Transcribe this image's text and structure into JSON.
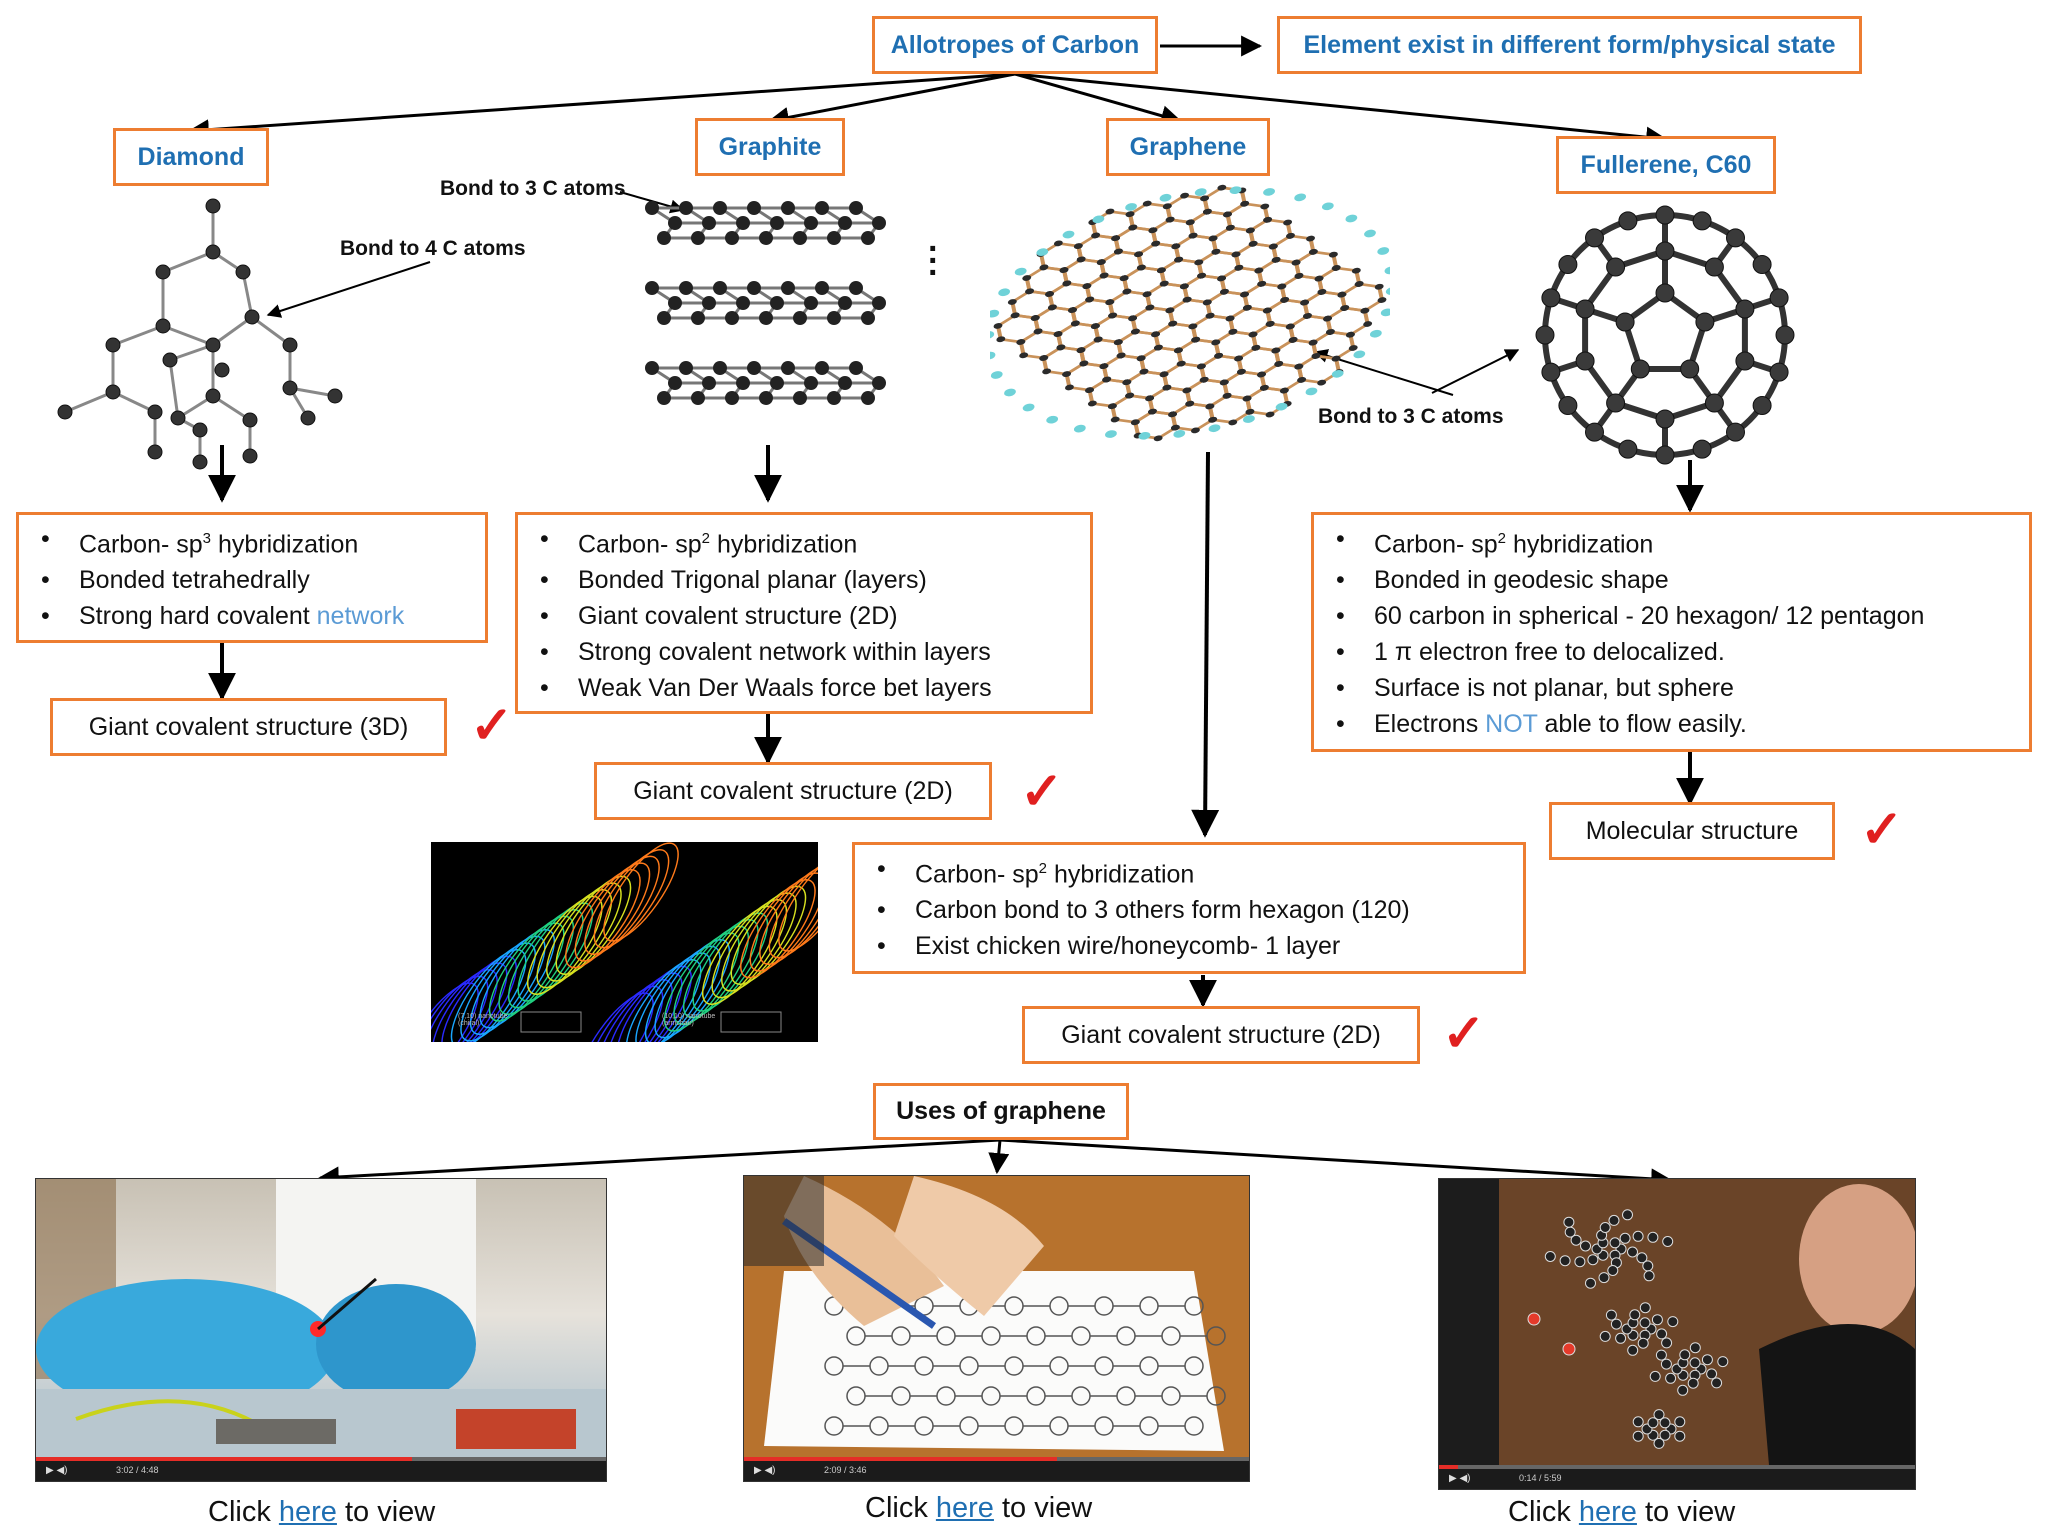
{
  "root": {
    "title": "Allotropes of Carbon",
    "definition": "Element exist in different form/physical state"
  },
  "diamond": {
    "title": "Diamond",
    "bond_label": "Bond to 4 C atoms",
    "props": [
      "Carbon- sp",
      "Bonded tetrahedrally",
      "Strong hard covalent "
    ],
    "sup": "3",
    "network_word": "network",
    "result": "Giant covalent structure (3D)"
  },
  "graphite": {
    "title": "Graphite",
    "bond_label": "Bond to 3 C atoms",
    "props": [
      "Carbon- sp",
      "Bonded Trigonal planar (layers)",
      "Giant covalent structure (2D)",
      "Strong covalent network within layers",
      "Weak Van Der Waals force bet layers"
    ],
    "sup": "2",
    "result": "Giant covalent structure (2D)"
  },
  "graphene": {
    "title": "Graphene",
    "bond_label": "Bond to 3 C atoms",
    "props": [
      "Carbon- sp",
      "Carbon bond to 3 others form hexagon (120)",
      "Exist chicken wire/honeycomb- 1 layer"
    ],
    "sup": "2",
    "result": "Giant covalent structure (2D)",
    "nanotube_labels": [
      "(7,10) nanotube (chiral)",
      "(10,10) nanotube (armchair)"
    ]
  },
  "fullerene": {
    "title": "Fullerene, C60",
    "props": [
      "Carbon- sp",
      "Bonded in geodesic shape",
      "60 carbon in spherical - 20 hexagon/ 12 pentagon",
      "1 π electron free to delocalized.",
      "Surface is not planar, but sphere",
      "Electrons ",
      " able to flow easily."
    ],
    "sup": "2",
    "not_word": "NOT",
    "result": "Molecular structure"
  },
  "check_mark": "✓",
  "uses": {
    "title": "Uses of graphene",
    "videos": [
      {
        "time": "3:02 / 4:48",
        "progress": 0.66
      },
      {
        "time": "2:09 / 3:46",
        "progress": 0.62
      },
      {
        "time": "0:14 / 5:59",
        "progress": 0.04
      }
    ],
    "caption_pre": "Click ",
    "caption_link": "here",
    "caption_post": " to view"
  },
  "colors": {
    "box_border": "#ed7d31",
    "title_blue": "#1f6fb2",
    "check_red": "#e02020",
    "highlight_blue": "#5b9bd5"
  }
}
